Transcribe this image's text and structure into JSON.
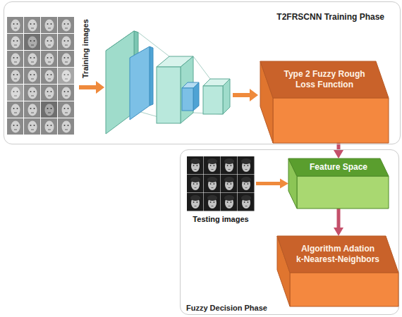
{
  "diagram": {
    "nodes": [
      {
        "text": [
          "T2FRSCNN Training Phase"
        ]
      },
      {
        "text": [
          "Training images"
        ],
        "in": 0
      },
      {
        "text": [
          "Type 2 Fuzzy Rough Loss Function"
        ],
        "in": 0
      },
      {
        "text": [
          "Fuzzy Decision Phase"
        ]
      },
      {
        "text": [
          "Testing images"
        ],
        "in": 3
      },
      {
        "text": [
          "Feature Space"
        ],
        "in": 3
      },
      {
        "text": [
          "Algorithm Adation",
          "k-Nearest-Neighbors"
        ],
        "in": 3
      }
    ],
    "edges": [
      {
        "from": 2,
        "to": 5,
        "arrow": "to"
      },
      {
        "from": 4,
        "to": 5,
        "arrow": "to"
      },
      {
        "from": 5,
        "to": 6,
        "arrow": "to"
      }
    ]
  }
}
